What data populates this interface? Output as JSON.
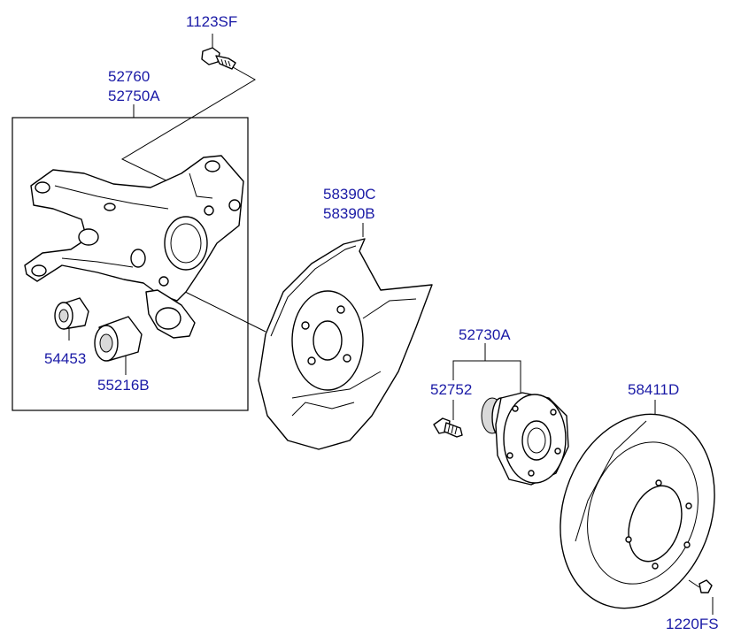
{
  "labels": {
    "bolt_top": "1123SF",
    "knuckle_a": "52760",
    "knuckle_b": "52750A",
    "backing_plate_a": "58390C",
    "backing_plate_b": "58390B",
    "bushing_small": "54453",
    "bushing_large": "55216B",
    "hub_assembly": "52730A",
    "hub_bolt": "52752",
    "brake_disc": "58411D",
    "disc_screw": "1220FS"
  },
  "colors": {
    "label": "#1a1aa6",
    "line": "#000000",
    "fill": "#ffffff"
  }
}
